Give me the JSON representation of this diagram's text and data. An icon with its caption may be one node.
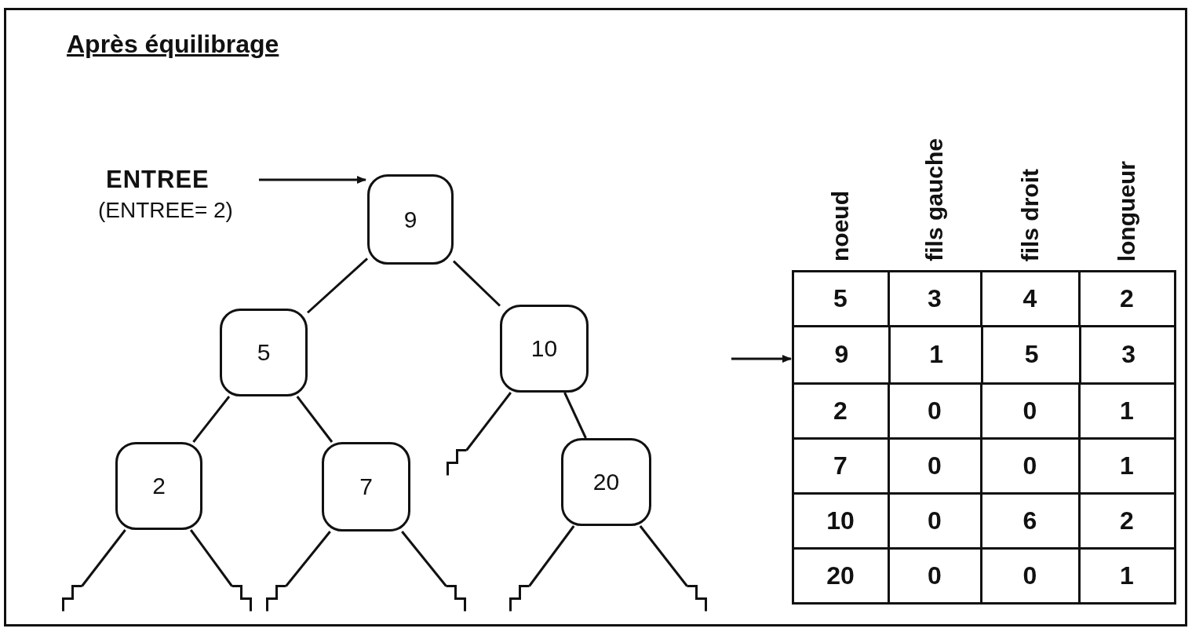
{
  "diagram": {
    "title": "Après équilibrage",
    "nodes": [
      {
        "text": [
          "ENTREE"
        ],
        "beside": [
          "(ENTREE= 2)"
        ]
      },
      {
        "text": [
          "9"
        ]
      },
      {
        "text": [
          "5"
        ]
      },
      {
        "text": [
          "10"
        ]
      },
      {
        "text": [
          "2"
        ]
      },
      {
        "text": [
          "7"
        ]
      },
      {
        "text": [
          "20"
        ]
      },
      {
        "text": [],
        "shape": "box"
      },
      {
        "text": [],
        "shape": "ground"
      },
      {
        "text": [],
        "shape": "ground"
      },
      {
        "text": [],
        "shape": "ground"
      },
      {
        "text": [],
        "shape": "ground"
      },
      {
        "text": [],
        "shape": "ground"
      },
      {
        "text": [],
        "shape": "ground"
      },
      {
        "text": [],
        "shape": "ground"
      }
    ],
    "edges": [
      {
        "from": 0,
        "to": 1,
        "arrow": "to"
      },
      {
        "from": 1,
        "to": 2,
        "arrow": "none"
      },
      {
        "from": 1,
        "to": 3,
        "arrow": "none"
      },
      {
        "from": 2,
        "to": 4,
        "arrow": "none"
      },
      {
        "from": 2,
        "to": 5,
        "arrow": "none"
      },
      {
        "from": 3,
        "to": 12,
        "arrow": "none"
      },
      {
        "from": 3,
        "to": 6,
        "arrow": "none"
      },
      {
        "from": 4,
        "to": 8,
        "arrow": "none"
      },
      {
        "from": 4,
        "to": 9,
        "arrow": "none"
      },
      {
        "from": 5,
        "to": 10,
        "arrow": "none"
      },
      {
        "from": 5,
        "to": 11,
        "arrow": "none"
      },
      {
        "from": 6,
        "to": 13,
        "arrow": "none"
      },
      {
        "from": 6,
        "to": 14,
        "arrow": "none"
      },
      {
        "from": null,
        "to": 7,
        "arrow": "to"
      }
    ],
    "labels": [
      "noeud",
      "fils gauche",
      "fils droit",
      "longueur",
      "5",
      "3",
      "4",
      "2",
      "9",
      "1",
      "5",
      "3",
      "2",
      "0",
      "0",
      "1",
      "7",
      "0",
      "0",
      "1",
      "10",
      "0",
      "6",
      "2",
      "20",
      "0",
      "0",
      "1"
    ]
  }
}
